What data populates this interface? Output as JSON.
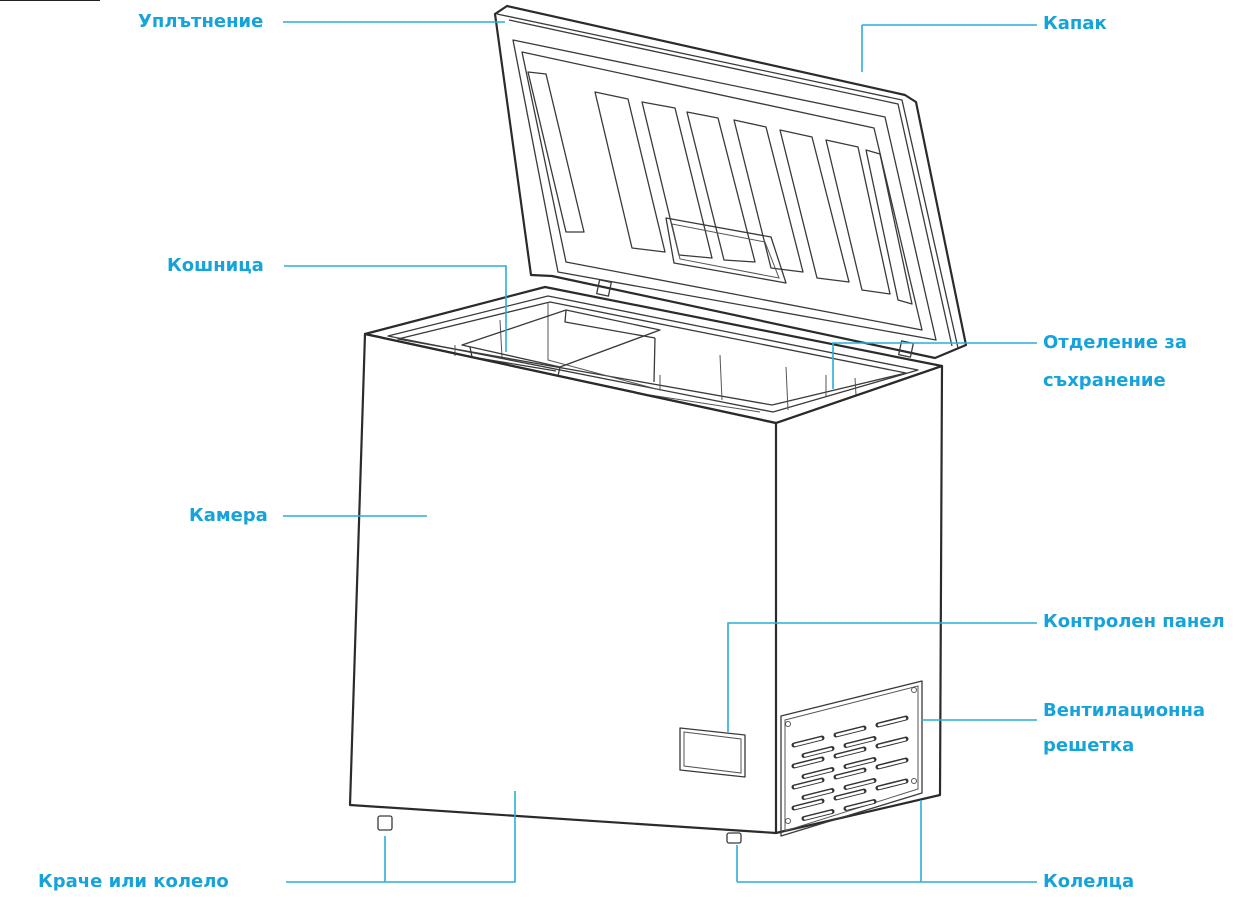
{
  "labels": {
    "seal": "Уплътнение",
    "lid": "Капак",
    "basket": "Кошница",
    "storage_line1": "Отделение за",
    "storage_line2": "съхранение",
    "chamber": "Камера",
    "control_panel": "Контролен панел",
    "vent_line1": "Вентилационна",
    "vent_line2": "решетка",
    "foot": "Краче или колело",
    "casters": "Колелца"
  },
  "colors": {
    "label": "#16a3d9",
    "leader_line": "#2aaed6",
    "outline": "#2b2b2b"
  }
}
